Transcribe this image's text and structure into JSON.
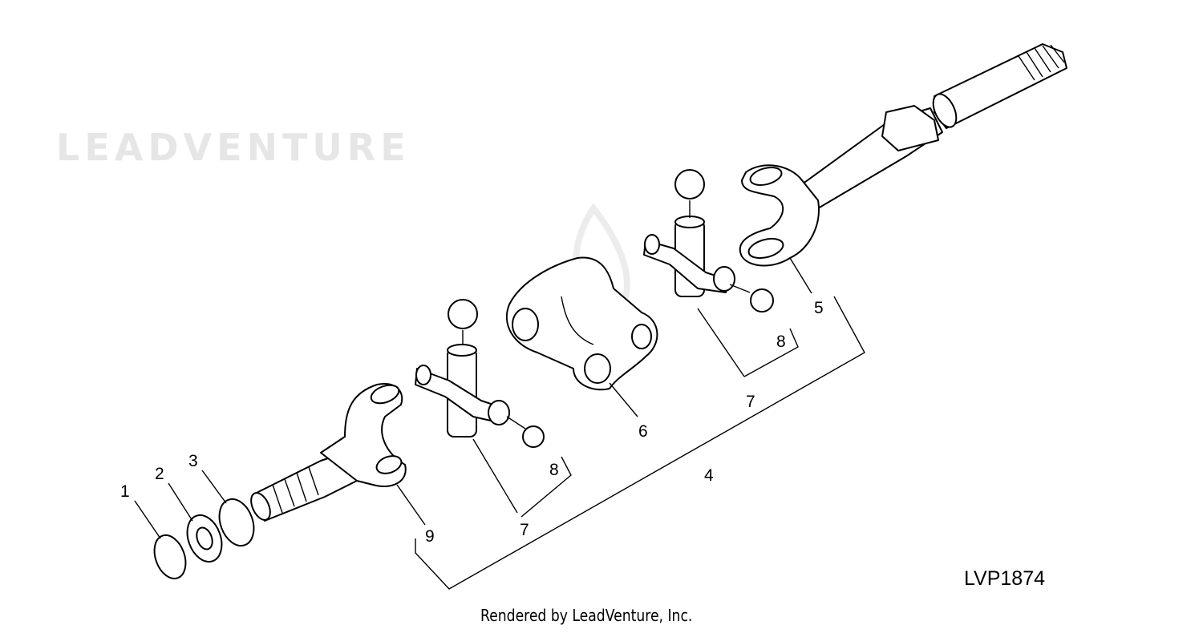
{
  "diagram": {
    "watermark": "LEADVENTURE",
    "figure_id": "LVP1874",
    "credit": "Rendered by LeadVenture, Inc.",
    "callouts": [
      {
        "label": "1"
      },
      {
        "label": "2"
      },
      {
        "label": "3"
      },
      {
        "label": "9"
      },
      {
        "label": "7"
      },
      {
        "label": "8"
      },
      {
        "label": "6"
      },
      {
        "label": "4"
      },
      {
        "label": "7"
      },
      {
        "label": "8"
      },
      {
        "label": "5"
      }
    ]
  }
}
